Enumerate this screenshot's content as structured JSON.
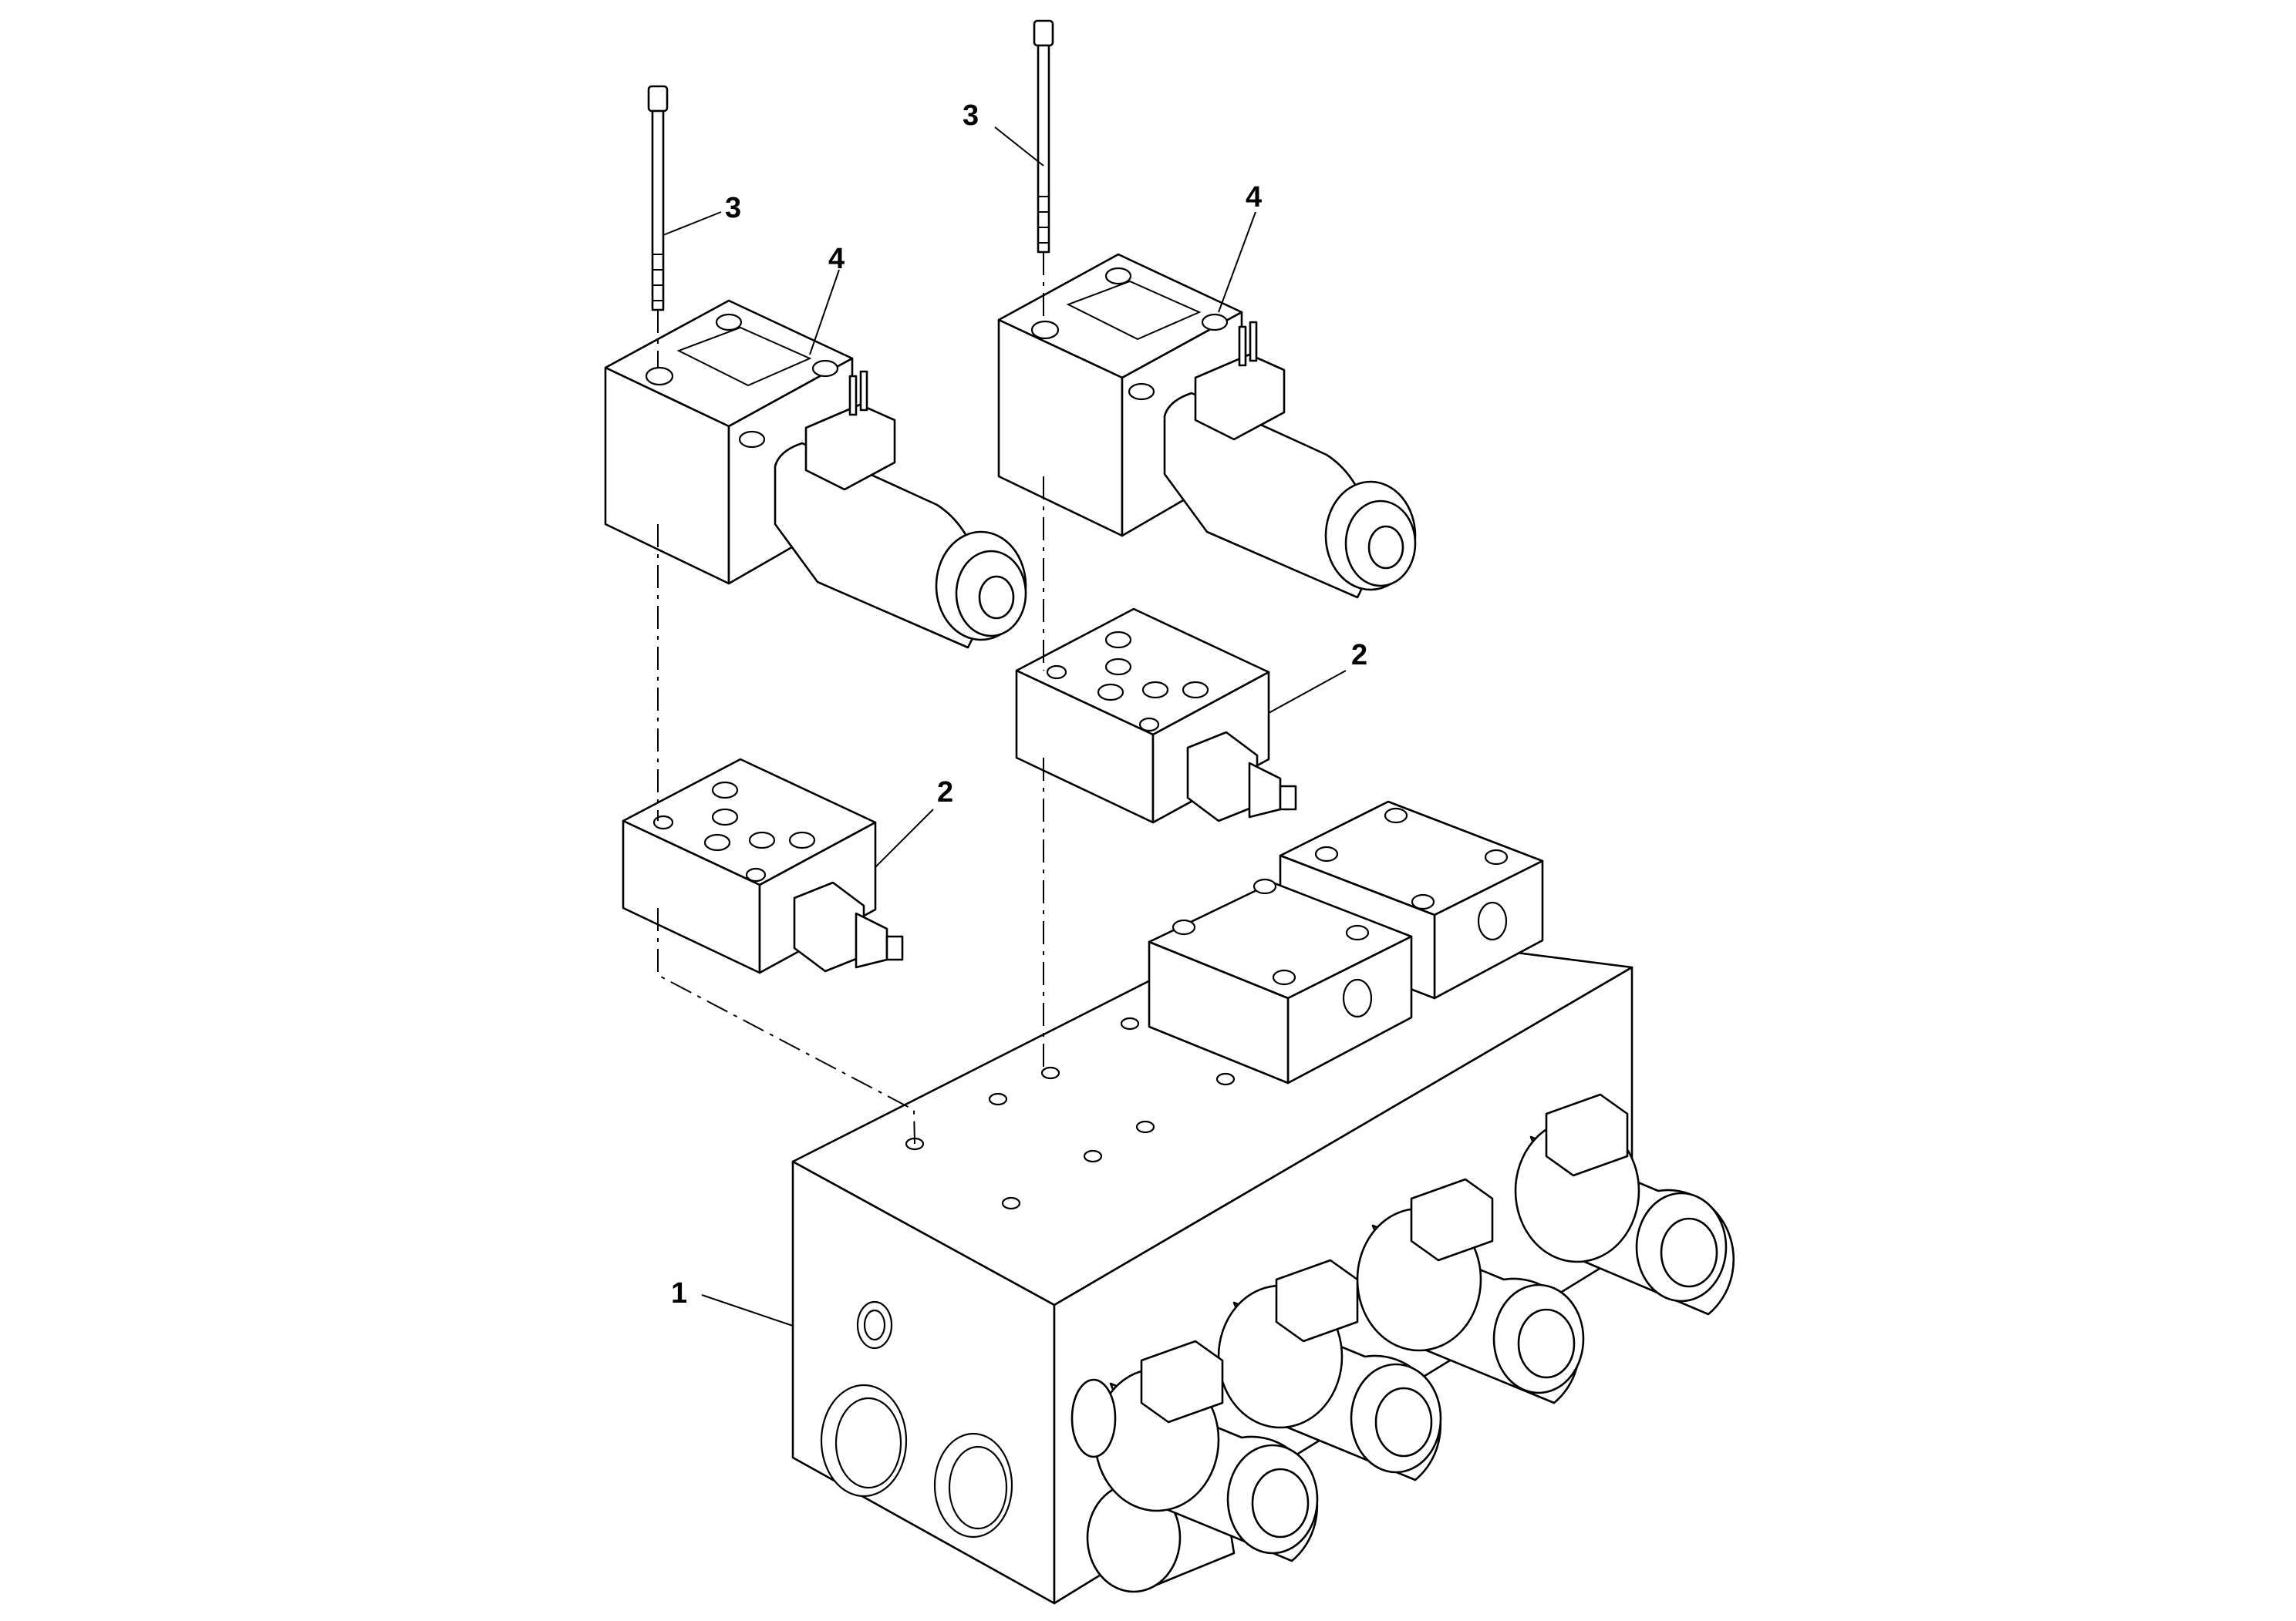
{
  "diagram": {
    "type": "exploded-parts-view",
    "callouts": [
      {
        "id": "label-1",
        "text": "1"
      },
      {
        "id": "label-2-left",
        "text": "2"
      },
      {
        "id": "label-2-right",
        "text": "2"
      },
      {
        "id": "label-3-left",
        "text": "3"
      },
      {
        "id": "label-3-right",
        "text": "3"
      },
      {
        "id": "label-4-left",
        "text": "4"
      },
      {
        "id": "label-4-right",
        "text": "4"
      }
    ]
  }
}
